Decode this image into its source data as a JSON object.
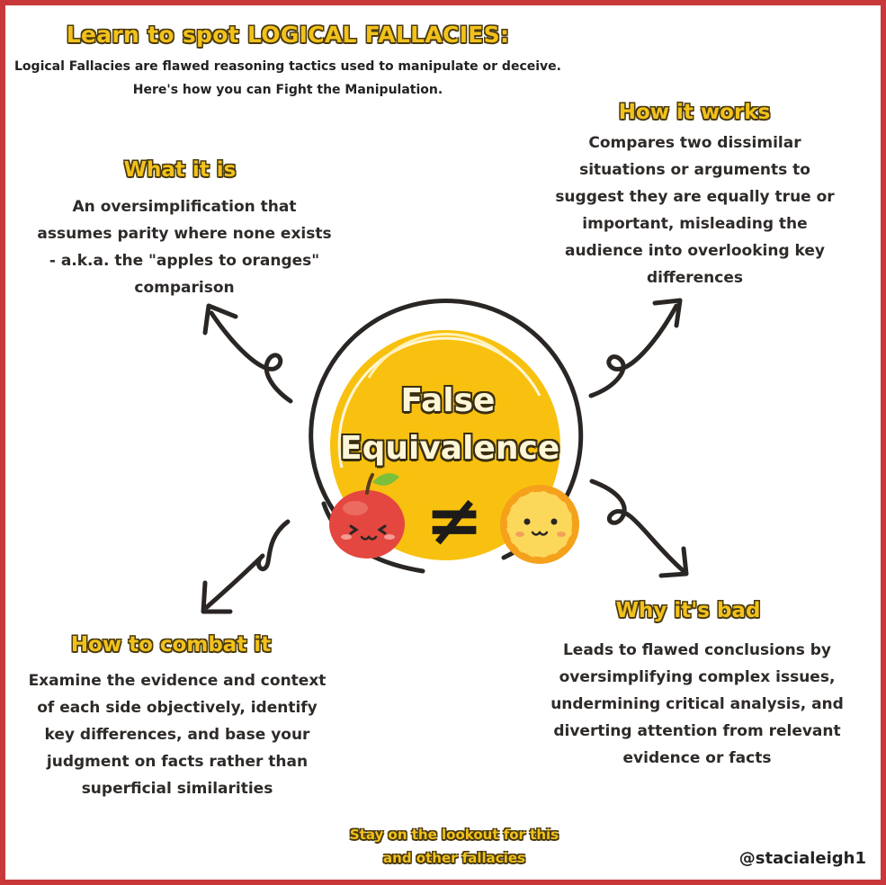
{
  "header": {
    "title": "Learn to spot LOGICAL FALLACIES:",
    "intro_line1": "Logical Fallacies are flawed reasoning tactics used to manipulate or deceive.",
    "intro_line2_prefix": "Here's how you can ",
    "intro_line2_bold": "Fight the Manipulation",
    "intro_line2_suffix": "."
  },
  "center": {
    "label_line1": "False",
    "label_line2": "Equivalence",
    "symbol": "≠"
  },
  "sections": {
    "what_it_is": {
      "heading": "What it is",
      "lines": [
        "An oversimplification that",
        "assumes parity where none exists",
        "- a.k.a. the \"apples to oranges\"",
        "comparison"
      ]
    },
    "how_it_works": {
      "heading": "How it works",
      "lines": [
        "Compares two dissimilar",
        "situations or arguments to",
        "suggest they are equally true or",
        "important, misleading the",
        "audience into overlooking key",
        "differences"
      ]
    },
    "how_to_combat": {
      "heading": "How to combat it",
      "lines": [
        "Examine the evidence and context",
        "of each side objectively, identify",
        "key differences, and base your",
        "judgment on facts rather than",
        "superficial similarities"
      ]
    },
    "why_bad": {
      "heading": "Why it's bad",
      "lines": [
        "Leads to flawed conclusions by",
        "oversimplifying complex issues,",
        "undermining critical analysis, and",
        "diverting attention from relevant",
        "evidence or facts"
      ]
    }
  },
  "footer": {
    "line1": "Stay on the lookout for this",
    "line2": "and other fallacies",
    "handle": "@stacialeigh1"
  },
  "colors": {
    "border": "#c8383a",
    "accent_yellow": "#f2c21b",
    "text_dark": "#2e2a28",
    "apple": "#e4473f",
    "orange": "#f5a11c"
  },
  "icons": [
    "apple-icon",
    "orange-icon",
    "not-equal-icon",
    "arrow-icon"
  ]
}
